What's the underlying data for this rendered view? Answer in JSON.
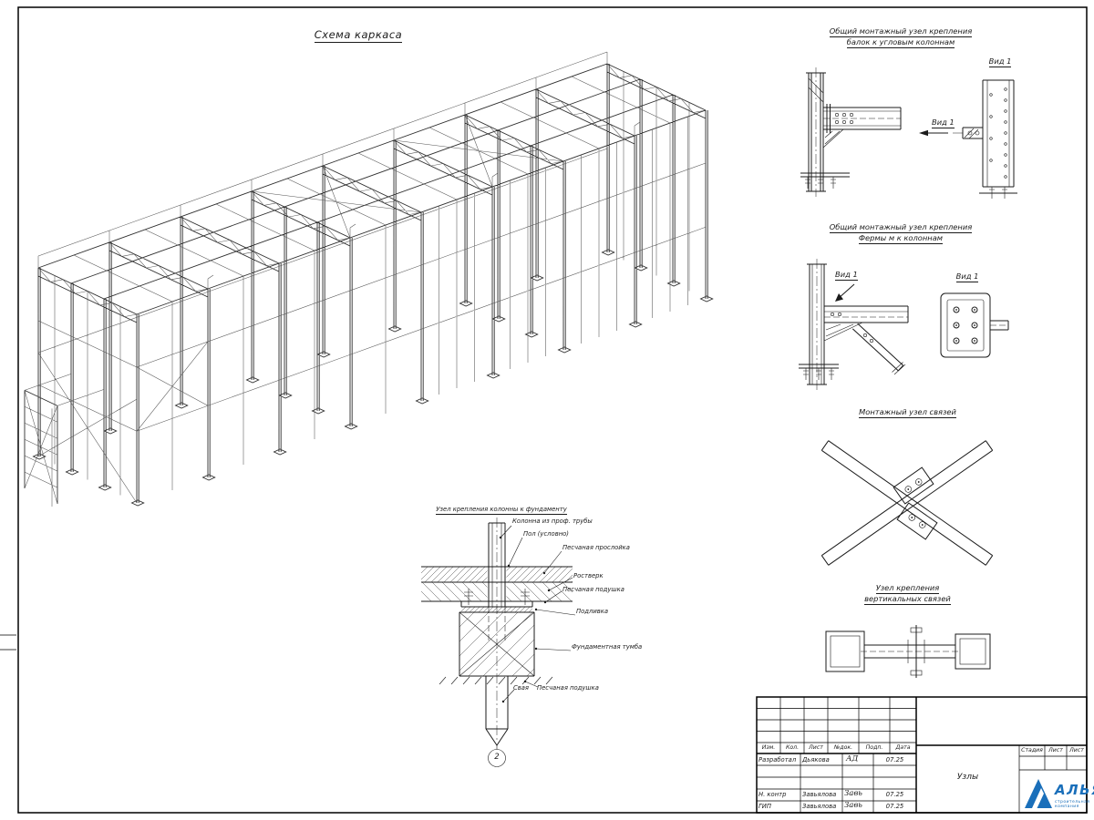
{
  "sheet": {
    "main_title": "Схема каркаса"
  },
  "details": {
    "d1": {
      "title_line1": "Общий монтажный узел крепления",
      "title_line2": "балок к угловым колоннам",
      "view_callout": "Вид 1",
      "view_title": "Вид 1"
    },
    "d2": {
      "title_line1": "Общий монтажный узел крепления",
      "title_line2": "Фермы м к колоннам",
      "view_callout": "Вид 1",
      "view_title": "Вид 1"
    },
    "d3": {
      "title": "Монтажный узел связей"
    },
    "d4": {
      "title_line1": "Узел крепления",
      "title_line2": "вертикальных связей"
    }
  },
  "foundation": {
    "title": "Узел крепления колонны к фундаменту",
    "labels": {
      "column": "Колонна из проф. трубы",
      "floor": "Пол (условно)",
      "sand_layer": "Песчаная прослойка",
      "grillage": "Ростверк",
      "sand_cushion_top": "Песчаная подушка",
      "grout": "Подливка",
      "pedestal": "Фундаментная тумба",
      "pile": "Свая",
      "sand_cushion_bottom": "Песчаная подушка"
    },
    "marker": "2"
  },
  "title_block": {
    "rev_headers": [
      "Изм.",
      "Кол.",
      "Лист",
      "№док.",
      "Подп.",
      "Дата"
    ],
    "rows": [
      {
        "role": "Разработал",
        "name": "Дьякова",
        "sign": "АД",
        "date": "07.25"
      },
      {
        "role": "Н. контр",
        "name": "Завьялова",
        "sign": "Завь",
        "date": "07.25"
      },
      {
        "role": "ГИП",
        "name": "Завьялова",
        "sign": "Завь",
        "date": "07.25"
      }
    ],
    "doc_title": "Узлы",
    "stage_headers": [
      "Стадия",
      "Лист",
      "Лист"
    ],
    "company_name": "АЛЬЯНС",
    "company_tagline": "строительная компания",
    "accent_color": "#1a6fba"
  }
}
